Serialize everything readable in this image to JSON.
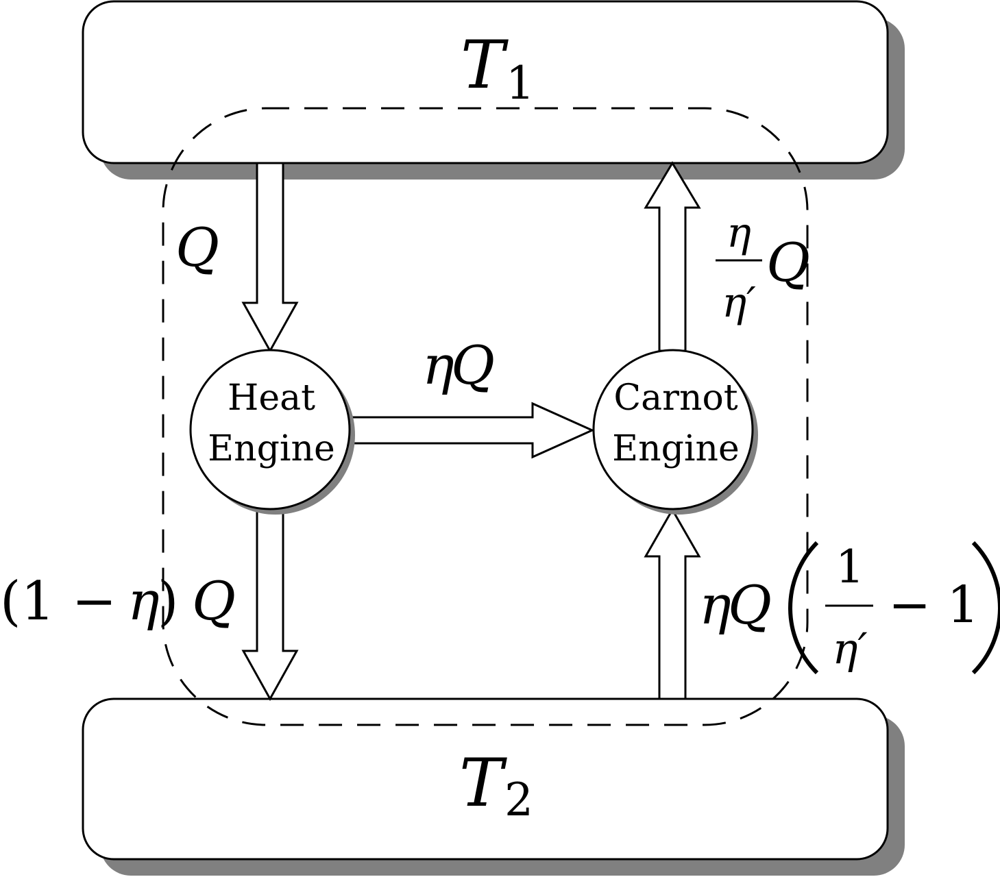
{
  "reservoirs": {
    "hot": {
      "symbol": "T",
      "subscript": "1"
    },
    "cold": {
      "symbol": "T",
      "subscript": "2"
    }
  },
  "engines": {
    "heat": {
      "line1": "Heat",
      "line2": "Engine"
    },
    "carnot": {
      "line1": "Carnot",
      "line2": "Engine"
    }
  },
  "flows": {
    "q_in": "Q",
    "work": {
      "eta": "η",
      "q": "Q"
    },
    "q_out": {
      "open": "(1 − ",
      "eta": "η",
      "close": ")",
      "q": "Q"
    },
    "carnot_out": {
      "num": "η",
      "den": "η′",
      "q": "Q"
    },
    "carnot_in": {
      "eta": "η",
      "q": "Q",
      "num": "1",
      "den": "η′",
      "minus_one": "− 1"
    }
  },
  "colors": {
    "stroke": "#000000",
    "shadow": "#808080",
    "fill": "#ffffff"
  }
}
